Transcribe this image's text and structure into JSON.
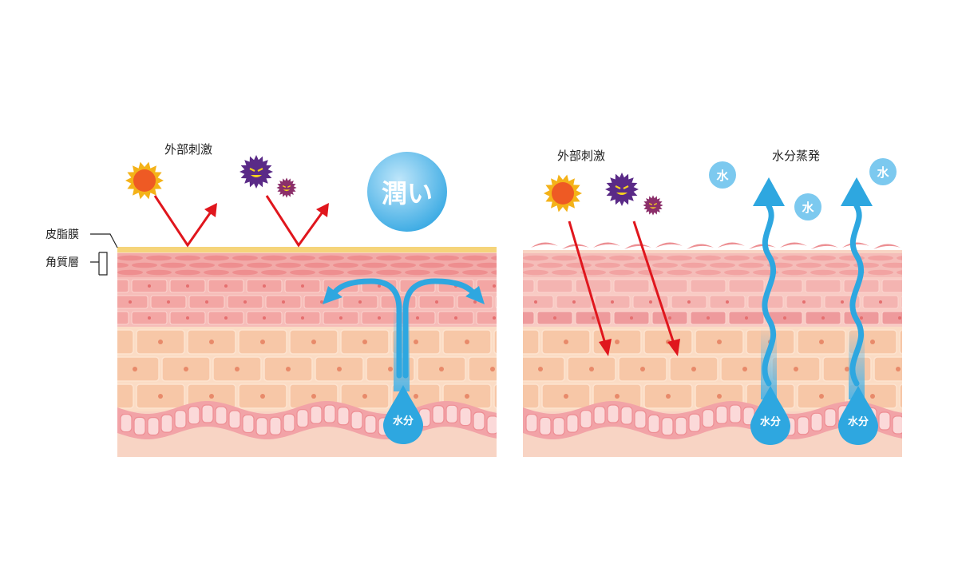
{
  "labels": {
    "sebum_film": "皮脂膜",
    "stratum_corneum": "角質層",
    "left_stimulus": "外部刺激",
    "right_stimulus": "外部刺激",
    "moisture_bubble": "潤い",
    "left_water_drop": "水分",
    "right_water_drop_1": "水分",
    "right_water_drop_2": "水分",
    "evaporation": "水分蒸発",
    "water_bubble_1": "水",
    "water_bubble_2": "水",
    "water_bubble_3": "水"
  },
  "colors": {
    "sebum": "#f5d47a",
    "corneum_band": "#f2aaa8",
    "corneum_cell": "#ee8e8f",
    "upper_cell": "#f3a6a4",
    "mid_cell": "#f7c7a7",
    "basal_band": "#f5b3b3",
    "dermis": "#f8d4c4",
    "sun_core": "#ee5a24",
    "sun_rays": "#f4b218",
    "germ": "#5a2a87",
    "germ_small": "#8b2f6a",
    "arrow_red": "#e0161d",
    "water_blue": "#2ea7e0"
  },
  "icons": [
    "sun-icon",
    "germ-icon",
    "water-drop-icon",
    "water-bubble-icon"
  ]
}
